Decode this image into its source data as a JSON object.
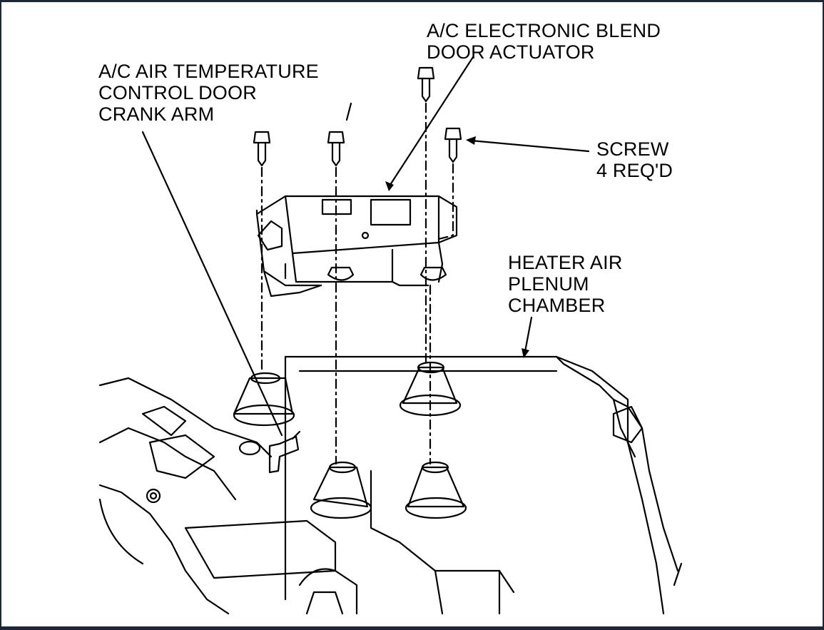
{
  "labels": {
    "blend_door_actuator": [
      "A/C ELECTRONIC BLEND",
      "DOOR ACTUATOR"
    ],
    "crank_arm": [
      "A/C AIR TEMPERATURE",
      "CONTROL DOOR",
      "CRANK ARM"
    ],
    "screw": [
      "SCREW",
      "4 REQ'D"
    ],
    "plenum": [
      "HEATER AIR",
      "PLENUM",
      "CHAMBER"
    ]
  },
  "colors": {
    "frame": "#1b2838",
    "ink": "#000000",
    "paper": "#ffffff"
  }
}
